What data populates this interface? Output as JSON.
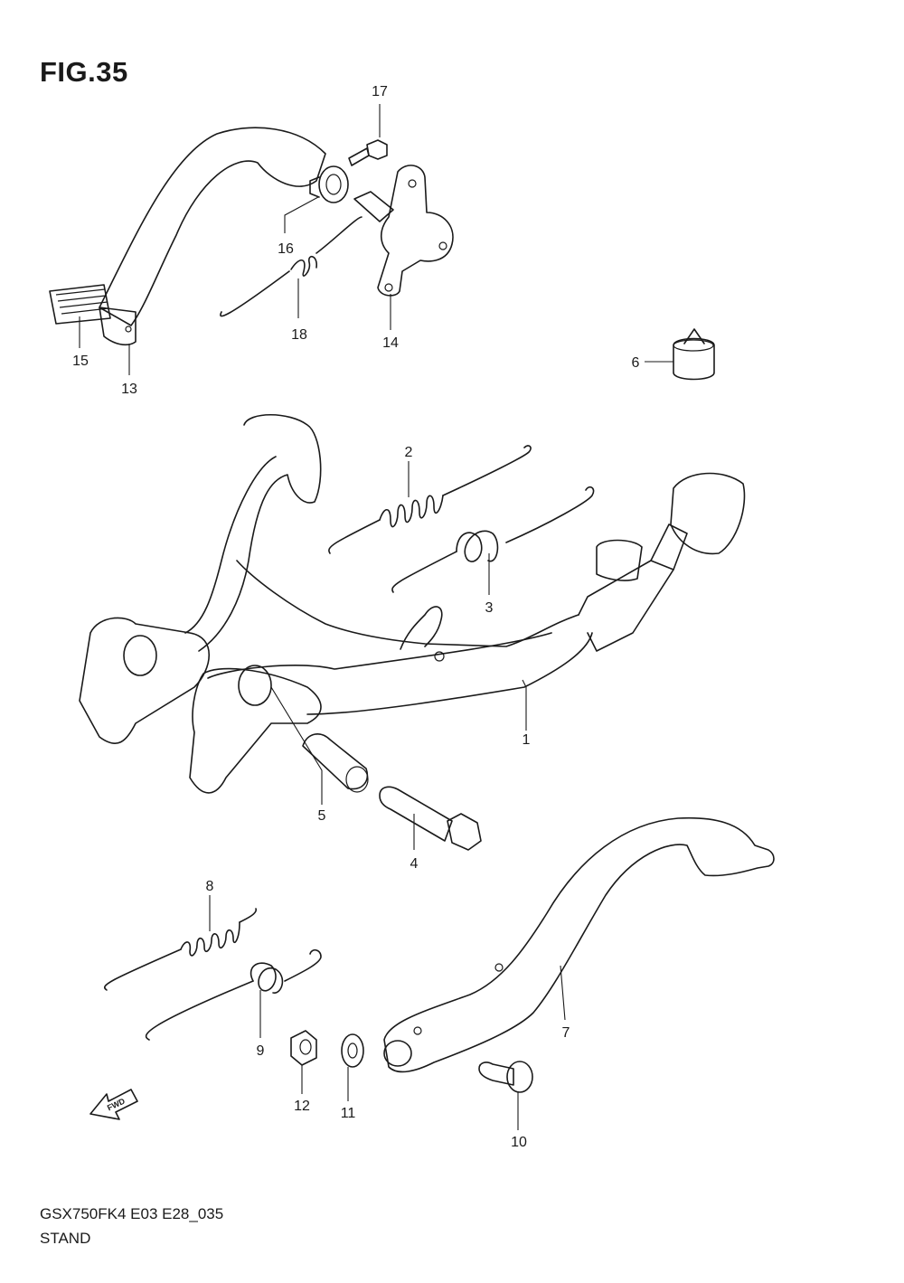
{
  "figure": {
    "title": "FIG.35",
    "footer_code": "GSX750FK4 E03 E28_035",
    "footer_name": "STAND",
    "fwd_label": "FWD"
  },
  "callouts": [
    "1",
    "2",
    "3",
    "4",
    "5",
    "6",
    "7",
    "8",
    "9",
    "10",
    "11",
    "12",
    "13",
    "14",
    "15",
    "16",
    "17",
    "18"
  ]
}
